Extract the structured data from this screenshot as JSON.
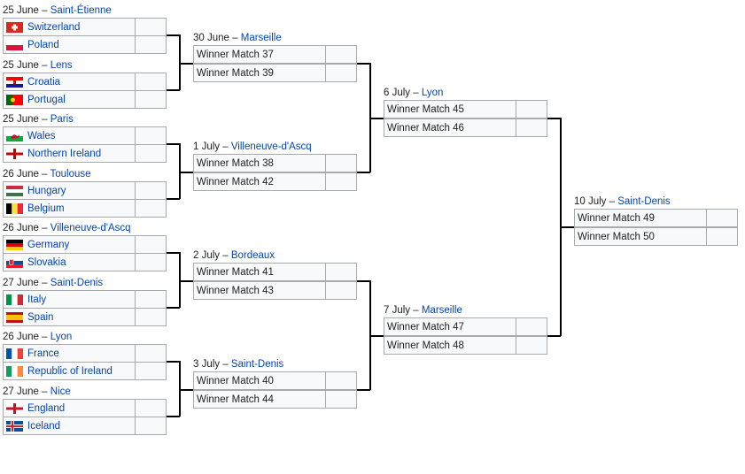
{
  "round_of_16": [
    {
      "date": "25 June",
      "venue": "Saint-Étienne",
      "teams": [
        {
          "name": "Switzerland",
          "flag": "switzerland-flag-icon"
        },
        {
          "name": "Poland",
          "flag": "poland-flag-icon"
        }
      ]
    },
    {
      "date": "25 June",
      "venue": "Lens",
      "teams": [
        {
          "name": "Croatia",
          "flag": "croatia-flag-icon"
        },
        {
          "name": "Portugal",
          "flag": "portugal-flag-icon"
        }
      ]
    },
    {
      "date": "25 June",
      "venue": "Paris",
      "teams": [
        {
          "name": "Wales",
          "flag": "wales-flag-icon"
        },
        {
          "name": "Northern Ireland",
          "flag": "northern-ireland-flag-icon"
        }
      ]
    },
    {
      "date": "26 June",
      "venue": "Toulouse",
      "teams": [
        {
          "name": "Hungary",
          "flag": "hungary-flag-icon"
        },
        {
          "name": "Belgium",
          "flag": "belgium-flag-icon"
        }
      ]
    },
    {
      "date": "26 June",
      "venue": "Villeneuve-d'Ascq",
      "teams": [
        {
          "name": "Germany",
          "flag": "germany-flag-icon"
        },
        {
          "name": "Slovakia",
          "flag": "slovakia-flag-icon"
        }
      ]
    },
    {
      "date": "27 June",
      "venue": "Saint-Denis",
      "teams": [
        {
          "name": "Italy",
          "flag": "italy-flag-icon"
        },
        {
          "name": "Spain",
          "flag": "spain-flag-icon"
        }
      ]
    },
    {
      "date": "26 June",
      "venue": "Lyon",
      "teams": [
        {
          "name": "France",
          "flag": "france-flag-icon"
        },
        {
          "name": "Republic of Ireland",
          "flag": "ireland-flag-icon"
        }
      ]
    },
    {
      "date": "27 June",
      "venue": "Nice",
      "teams": [
        {
          "name": "England",
          "flag": "england-flag-icon"
        },
        {
          "name": "Iceland",
          "flag": "iceland-flag-icon"
        }
      ]
    }
  ],
  "quarter_finals": [
    {
      "date": "30 June",
      "venue": "Marseille",
      "teams": [
        "Winner Match 37",
        "Winner Match 39"
      ]
    },
    {
      "date": "1 July",
      "venue": "Villeneuve-d'Ascq",
      "teams": [
        "Winner Match 38",
        "Winner Match 42"
      ]
    },
    {
      "date": "2 July",
      "venue": "Bordeaux",
      "teams": [
        "Winner Match 41",
        "Winner Match 43"
      ]
    },
    {
      "date": "3 July",
      "venue": "Saint-Denis",
      "teams": [
        "Winner Match 40",
        "Winner Match 44"
      ]
    }
  ],
  "semi_finals": [
    {
      "date": "6 July",
      "venue": "Lyon",
      "teams": [
        "Winner Match 45",
        "Winner Match 46"
      ]
    },
    {
      "date": "7 July",
      "venue": "Marseille",
      "teams": [
        "Winner Match 47",
        "Winner Match 48"
      ]
    }
  ],
  "final": {
    "date": "10 July",
    "venue": "Saint-Denis",
    "teams": [
      "Winner Match 49",
      "Winner Match 50"
    ]
  },
  "separator": " – ",
  "colors": {
    "link": "#0645ad",
    "cell_bg": "#f8f9fa",
    "border": "#aaaaaa",
    "line": "#000000"
  }
}
